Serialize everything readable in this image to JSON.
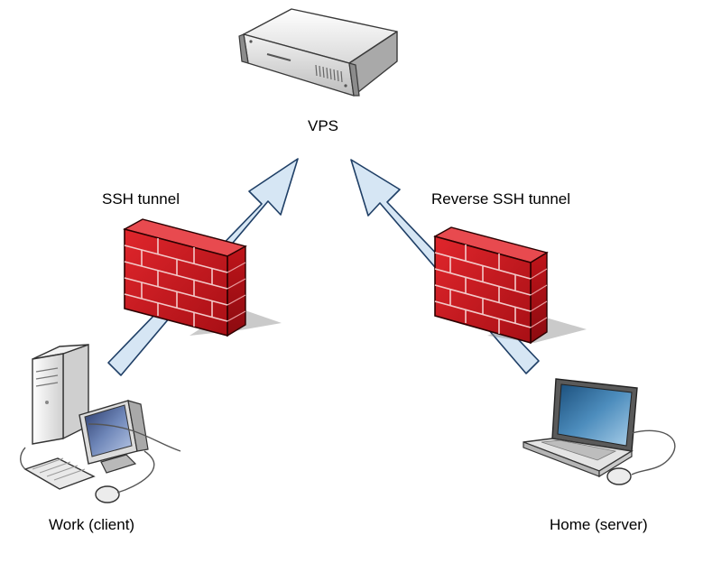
{
  "nodes": {
    "vps": {
      "label": "VPS",
      "icon": "server-icon"
    },
    "work": {
      "label": "Work (client)",
      "icon": "desktop-computer-icon"
    },
    "home": {
      "label": "Home (server)",
      "icon": "laptop-icon"
    }
  },
  "connections": {
    "ssh_tunnel": {
      "label": "SSH tunnel",
      "from": "work",
      "to": "vps"
    },
    "reverse_ssh_tunnel": {
      "label": "Reverse SSH tunnel",
      "from": "home",
      "to": "vps"
    }
  },
  "firewalls": [
    "firewall-icon",
    "firewall-icon"
  ],
  "colors": {
    "arrow_fill": "#d6e6f4",
    "arrow_stroke": "#1f3f66",
    "brick": "#c8161d",
    "mortar": "#f3c9c9"
  }
}
